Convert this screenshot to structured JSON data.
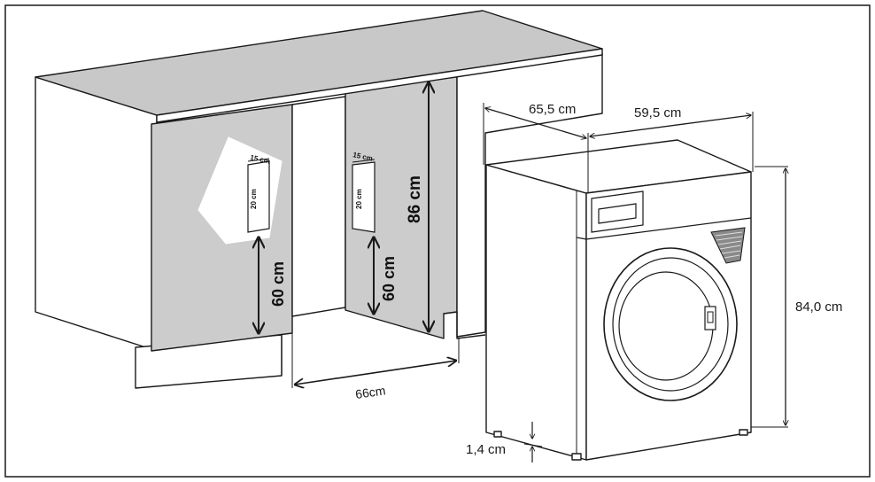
{
  "labels": {
    "depth": "65,5 cm",
    "width": "59,5 cm",
    "height": "84,0 cm",
    "feet": "1,4 cm",
    "niche_width": "66cm",
    "niche_height": "86 cm",
    "left_inlet_height": "60 cm",
    "right_inlet_height": "60 cm",
    "left_cutout_width": "15 cm",
    "left_cutout_height": "20 cm",
    "right_cutout_width": "15 cm",
    "right_cutout_height": "20 cm"
  },
  "colors": {
    "outline": "#1a1a1a",
    "panel": "#cccccc",
    "countertop": "#c8c8c8",
    "cutout": "#ffffff",
    "machine": "#ffffff"
  }
}
